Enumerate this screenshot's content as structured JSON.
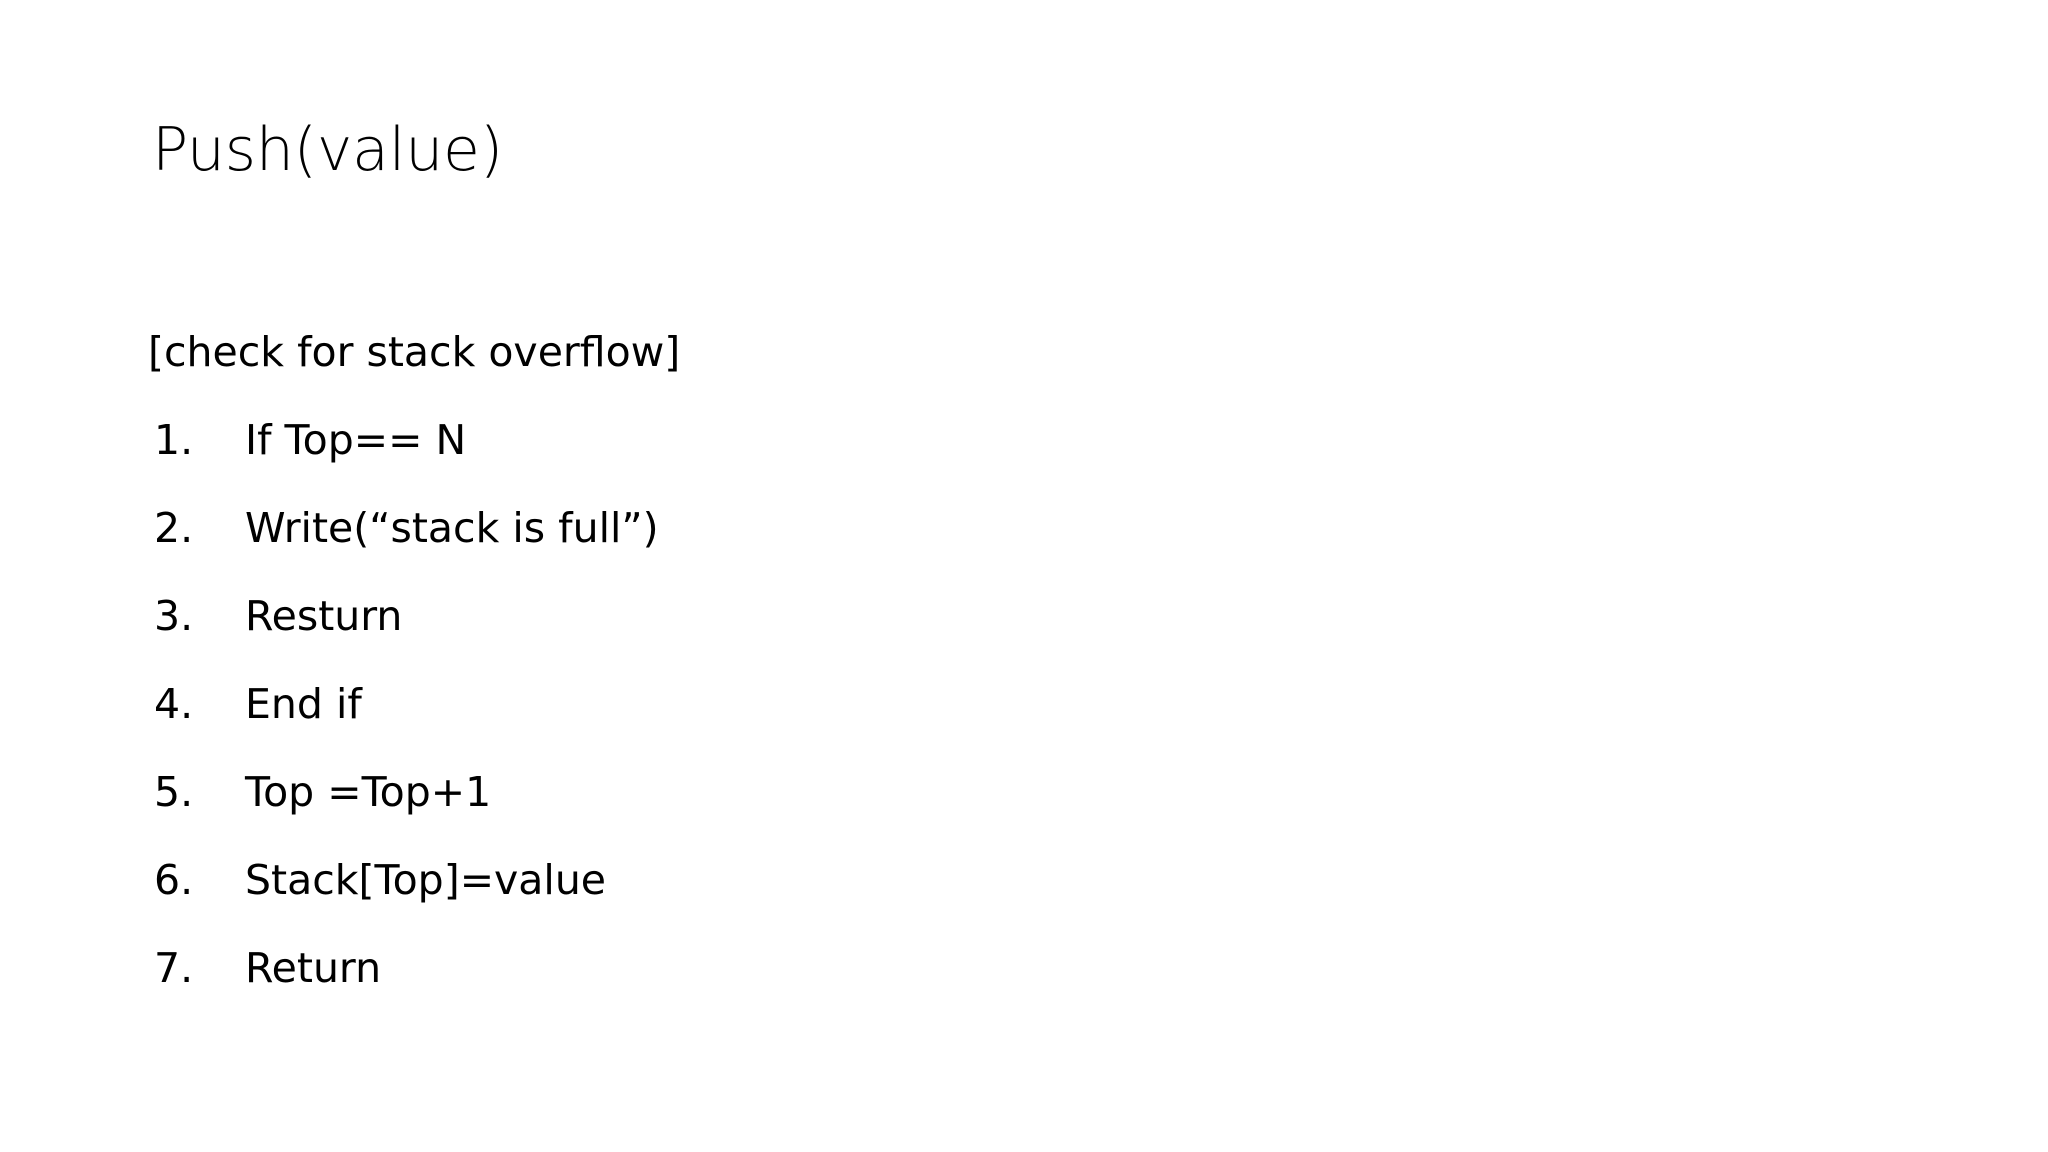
{
  "slide": {
    "title": "Push(value)",
    "background_color": "#ffffff",
    "text_color": "#000000",
    "intro_line": "[check for stack overflow]",
    "steps": [
      {
        "number": "1.",
        "text": "If Top== N"
      },
      {
        "number": "2.",
        "text": "Write(“stack is full”)"
      },
      {
        "number": "3.",
        "text": "Resturn"
      },
      {
        "number": "4.",
        "text": "End if"
      },
      {
        "number": "5.",
        "text": "Top =Top+1"
      },
      {
        "number": "6.",
        "text": "Stack[Top]=value"
      },
      {
        "number": "7.",
        "text": "Return"
      }
    ]
  }
}
